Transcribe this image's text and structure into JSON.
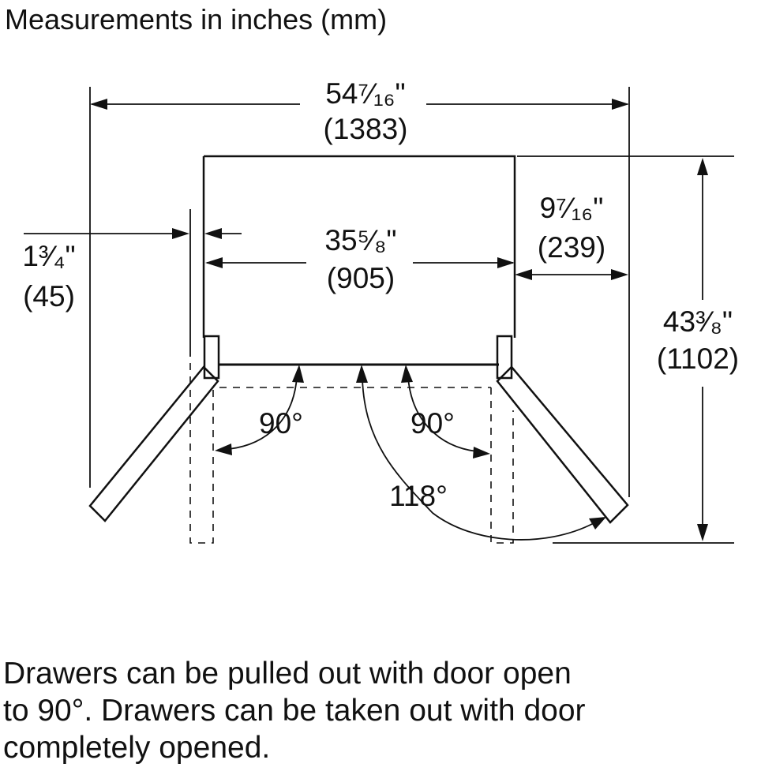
{
  "title": "Measurements in inches (mm)",
  "dimensions": {
    "total_width": {
      "inches": "54⁷⁄₁₆\"",
      "mm": "(1383)"
    },
    "cabinet_width": {
      "inches": "35⁵⁄₈\"",
      "mm": "(905)"
    },
    "side_clearance": {
      "inches": "1³⁄₄\"",
      "mm": "(45)"
    },
    "door_swing_clearance": {
      "inches": "9⁷⁄₁₆\"",
      "mm": "(239)"
    },
    "total_depth": {
      "inches": "43³⁄₈\"",
      "mm": "(1102)"
    }
  },
  "angles": {
    "left_door": "90°",
    "right_door_90": "90°",
    "right_door_full": "118°"
  },
  "note": {
    "line1": "Drawers can be pulled out with door open",
    "line2": "to 90°. Drawers can be taken out with door",
    "line3": "completely opened."
  },
  "colors": {
    "ink": "#111111",
    "background": "#ffffff"
  }
}
